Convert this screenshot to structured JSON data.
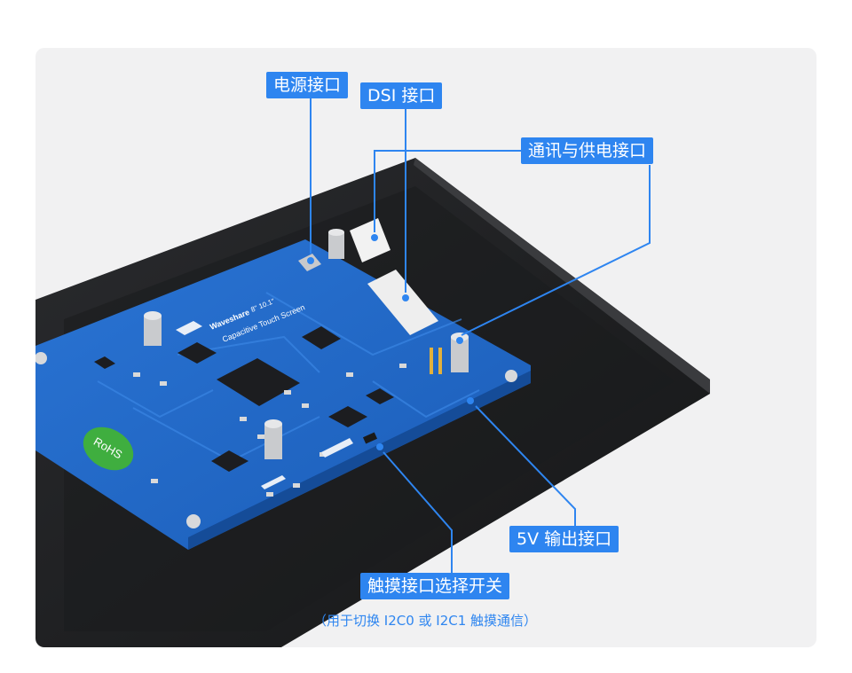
{
  "labels": {
    "power": "电源接口",
    "dsi": "DSI 接口",
    "comm_power": "通讯与供电接口",
    "out5v": "5V 输出接口",
    "touch_switch": "触摸接口选择开关"
  },
  "note": "（用于切换 I2C0 或 I2C1 触摸通信）",
  "board": {
    "brand": "Waveshare",
    "product": "Capacitive Touch Screen",
    "sizes": "8\"  10.1\"",
    "rohs": "RoHS"
  },
  "colors": {
    "accent": "#2e85f0",
    "pcb": "#1f66c4",
    "panel": "#1e1f21"
  }
}
